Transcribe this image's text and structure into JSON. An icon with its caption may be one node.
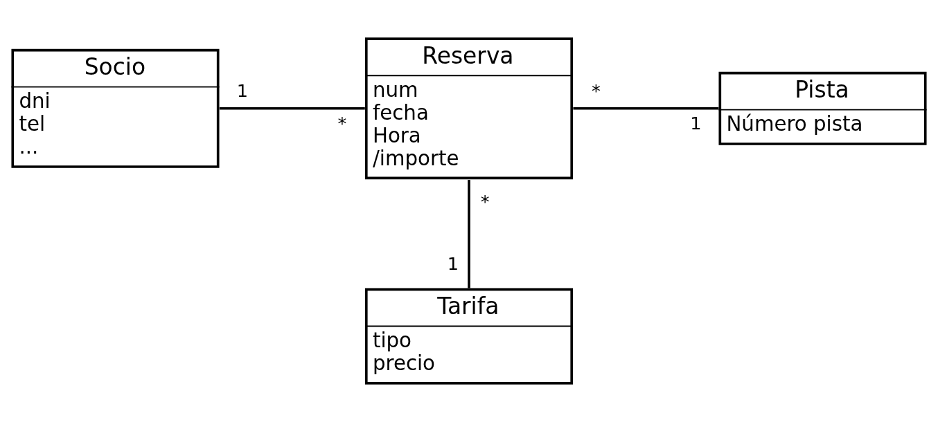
{
  "diagram": {
    "nodes": [
      {
        "text": [
          "Socio",
          "dni",
          "tel",
          "..."
        ]
      },
      {
        "text": [
          "Reserva",
          "num",
          "fecha",
          "Hora",
          "/importe"
        ]
      },
      {
        "text": [
          "Pista",
          "Número pista"
        ]
      },
      {
        "text": [
          "Tarifa",
          "tipo",
          "precio"
        ]
      }
    ],
    "edges": [
      {
        "from": 0,
        "to": 1,
        "arrow": "none"
      },
      {
        "from": 1,
        "to": 2,
        "arrow": "none"
      },
      {
        "from": 1,
        "to": 3,
        "arrow": "none"
      }
    ],
    "labels": [
      "1",
      "*",
      "*",
      "1",
      "*",
      "1"
    ]
  }
}
